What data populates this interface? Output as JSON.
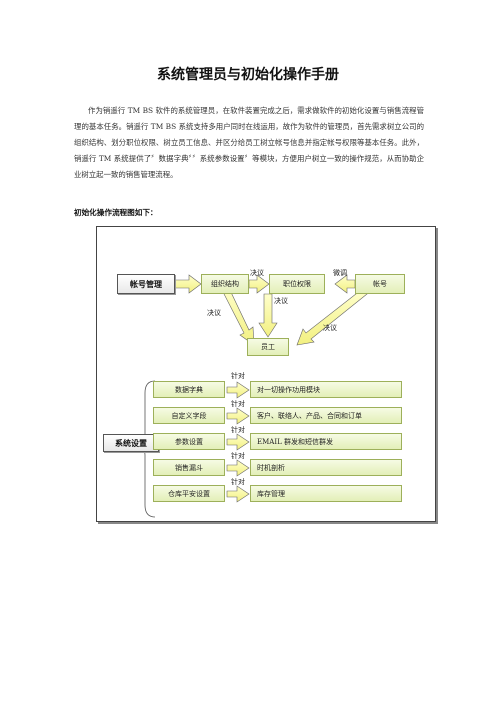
{
  "document": {
    "title": "系统管理员与初始化操作手册",
    "paragraph": "作为销遥行 TM BS 软件的系统管理员，在软件装置完成之后，需求做软件的初始化设置与销售流程管理的基本任务。销遥行 TM BS 系统支持多用户同时在线运用，故作为软件的管理员，首先需求树立公司的组织结构、划分职位权限、树立员工信息、并区分给员工树立帐号信息并指定帐号权限等基本任务。此外，销遥行 TM 系统提供了〞数据字典〞〞系统参数设置〞等模块，方便用户树立一致的操作规范，从而协助企业树立起一致的销售管理流程。",
    "flow_heading": "初始化操作流程图如下："
  },
  "flow": {
    "account_mgmt": "帐号管理",
    "org_structure": "组织结构",
    "job_permission": "职位权限",
    "account": "帐号",
    "employee": "员工",
    "decide_1": "决议",
    "coordinate": "微调",
    "decide_2": "决议",
    "decide_3": "决议",
    "decide_4": "决议",
    "system_settings": "系统设置",
    "target_label": "针对",
    "items": [
      {
        "name": "数据字典",
        "desc": "对一切操作功用模块"
      },
      {
        "name": "自定义字段",
        "desc": "客户、联络人、产品、合同和订单"
      },
      {
        "name": "参数设置",
        "desc": "EMAIL 群发和短信群发"
      },
      {
        "name": "销售漏斗",
        "desc": "时机剖析"
      },
      {
        "name": "仓库平安设置",
        "desc": "库存管理"
      }
    ]
  },
  "colors": {
    "box_fill": "#e3efb8",
    "box_border": "#9db05a",
    "arrow_fill": "#ffff99",
    "arrow_stroke": "#666666"
  }
}
